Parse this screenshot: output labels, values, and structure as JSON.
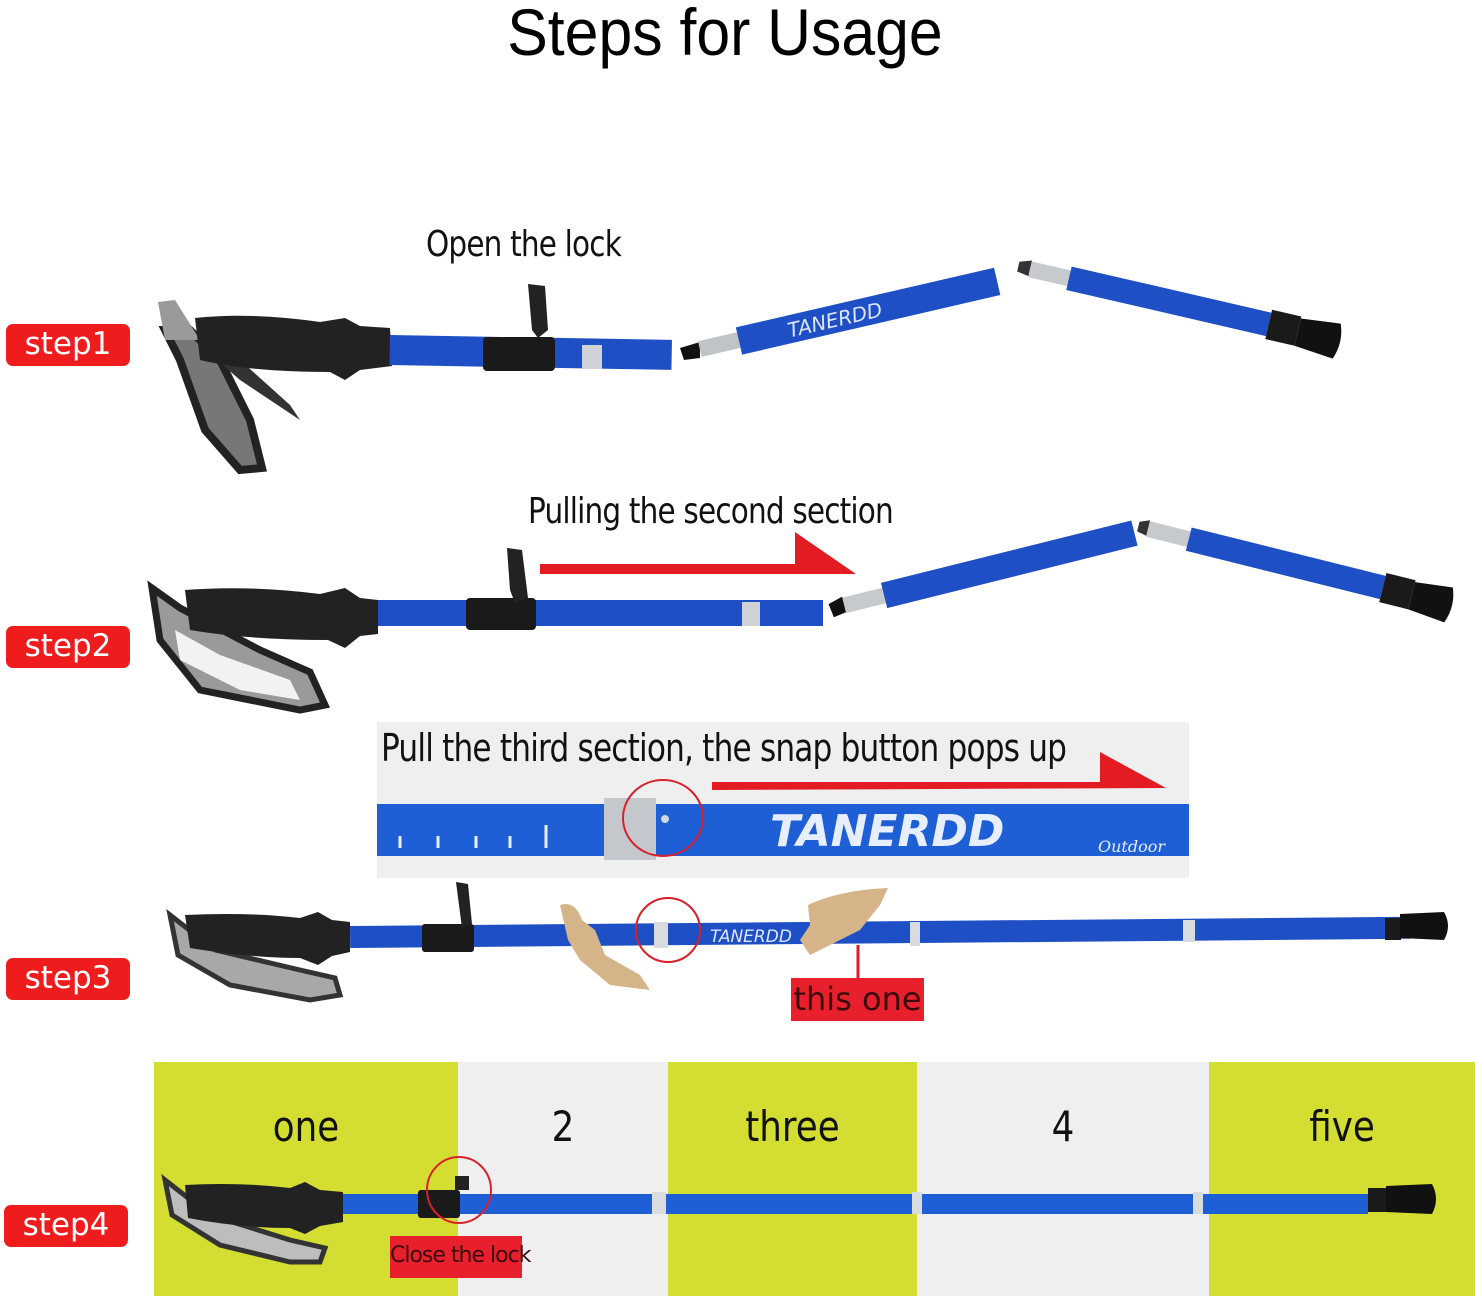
{
  "title": "Steps for Usage",
  "colors": {
    "badge_red": "#ee1c1c",
    "arrow_red": "#e31b23",
    "pole_blue": "#1f4fc4",
    "segment_green": "#d4de32",
    "segment_grey": "#efefef",
    "grip_black": "#222222"
  },
  "steps": [
    {
      "label": "step1",
      "caption": "Open the lock"
    },
    {
      "label": "step2",
      "caption": "Pulling the second section"
    },
    {
      "label": "step3",
      "caption": "Pull the third section, the snap button pops up",
      "callout": "this one"
    },
    {
      "label": "step4",
      "callout": "Close the lock"
    }
  ],
  "brand_text": "TANERDD",
  "brand_sub": "Outdoor",
  "segments": [
    {
      "label": "one",
      "color": "green"
    },
    {
      "label": "2",
      "color": "grey"
    },
    {
      "label": "three",
      "color": "green"
    },
    {
      "label": "4",
      "color": "grey"
    },
    {
      "label": "five",
      "color": "green"
    }
  ],
  "icons": {
    "arrow": "right-arrow-icon",
    "highlight": "circle-highlight-icon",
    "hand": "hand-icon"
  }
}
